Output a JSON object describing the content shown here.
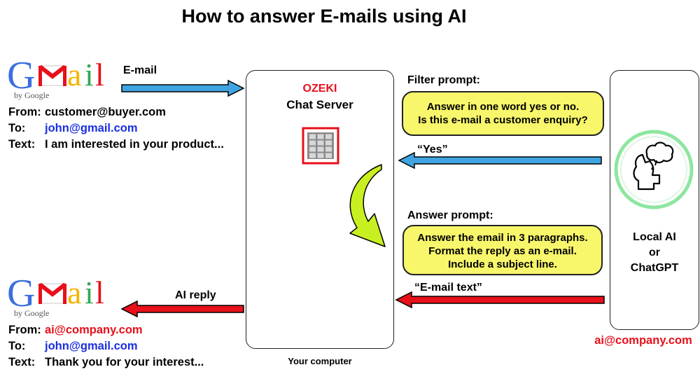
{
  "title": "How to answer E-mails using AI",
  "gmail_logo": {
    "letters": [
      "G",
      "M",
      "a",
      "i",
      "l"
    ],
    "byline": "by Google"
  },
  "incoming": {
    "arrow_label": "E-mail",
    "from_label": "From:",
    "from_value": "customer@buyer.com",
    "to_label": "To:",
    "to_value": "john@gmail.com",
    "text_label": "Text:",
    "text_value": "I am interested in your product..."
  },
  "outgoing": {
    "arrow_label": "AI reply",
    "from_label": "From:",
    "from_value": "ai@company.com",
    "to_label": "To:",
    "to_value": "john@gmail.com",
    "text_label": "Text:",
    "text_value": "Thank you for your interest..."
  },
  "server": {
    "brand": "OZEKI",
    "name": "Chat Server",
    "caption": "Your computer"
  },
  "filter": {
    "heading": "Filter prompt:",
    "line1": "Answer in one word yes or no.",
    "line2": "Is this e-mail a customer enquiry?",
    "reply": "“Yes”"
  },
  "answer": {
    "heading": "Answer prompt:",
    "line1": "Answer the email in 3 paragraphs.",
    "line2": "Format the reply as an e-mail.",
    "line3": "Include a subject line.",
    "reply": "“E-mail text”"
  },
  "ai": {
    "line1": "Local AI",
    "line2": "or",
    "line3": "ChatGPT",
    "address": "ai@company.com"
  },
  "colors": {
    "blue_arrow": "#3fa4e0",
    "red_arrow": "#e8101a",
    "bubble": "#f8f66a",
    "brand_red": "#e8101a",
    "curve_green": "#c8f020",
    "ai_ring": "#8ee6a0"
  }
}
